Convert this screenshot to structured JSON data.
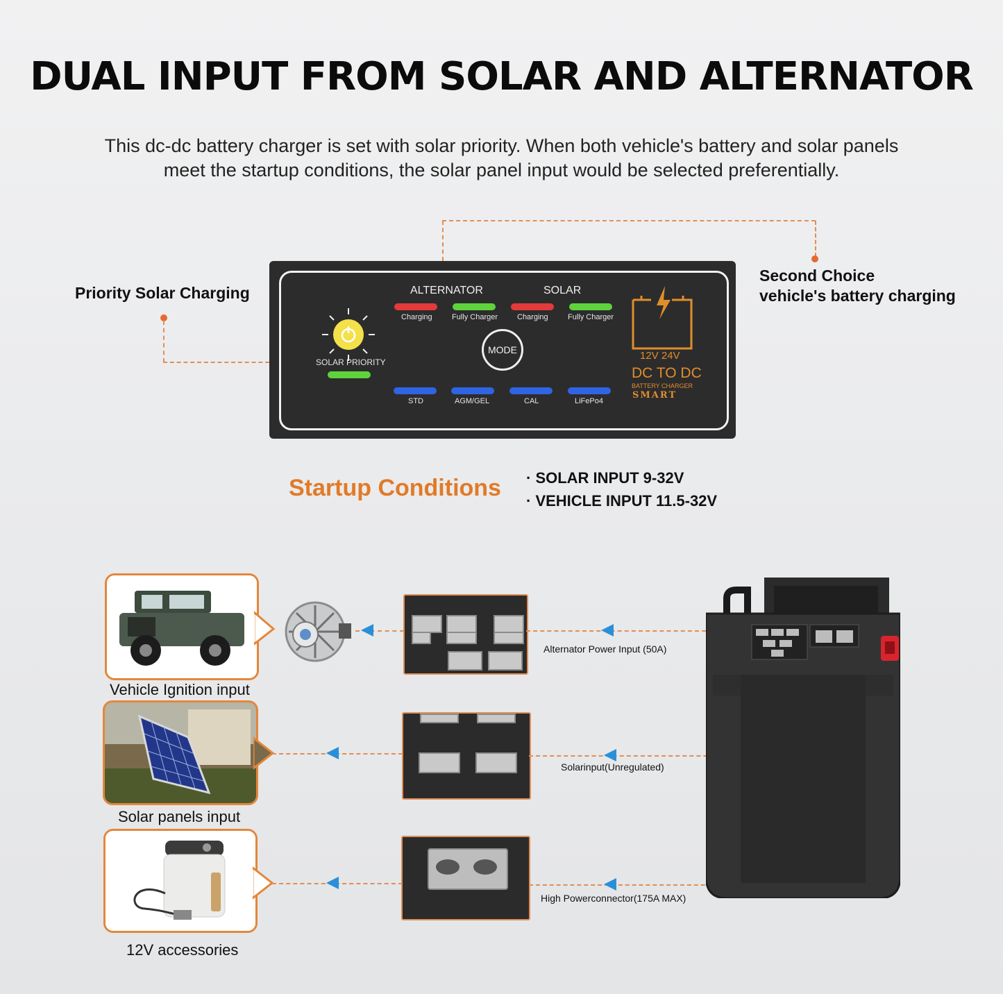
{
  "header": {
    "title": "DUAL INPUT FROM SOLAR AND ALTERNATOR",
    "intro_line1": "This dc-dc battery charger is set with solar priority. When both vehicle's battery and solar panels",
    "intro_line2": "meet the startup conditions, the solar panel input would be selected preferentially."
  },
  "callouts": {
    "priority": "Priority Solar Charging",
    "second_line1": "Second Choice",
    "second_line2": "vehicle's battery charging"
  },
  "panel": {
    "alternator": "ALTERNATOR",
    "solar": "SOLAR",
    "charging": "Charging",
    "fully_charger": "Fully Charger",
    "mode": "MODE",
    "solar_priority": "SOLAR PRIORITY",
    "std": "STD",
    "agm_gel": "AGM/GEL",
    "cal": "CAL",
    "lifepo4": "LiFePo4",
    "voltage": "12V 24V",
    "dc_to_dc": "DC TO DC",
    "battery_charger": "BATTERY CHARGER",
    "smart": "SMART"
  },
  "startup": {
    "heading": "Startup Conditions",
    "solar_input": "· SOLAR INPUT 9-32V",
    "vehicle_input": "· VEHICLE INPUT 11.5-32V"
  },
  "inputs": {
    "vehicle_caption": "Vehicle Ignition input",
    "solar_caption": "Solar panels input",
    "accessories_caption": "12V accessories",
    "alternator_label": "Alternator Power Input (50A)",
    "solar_label": "Solarinput(Unregulated)",
    "high_power_label": "High Powerconnector(175A MAX)"
  },
  "colors": {
    "accent_orange": "#e27a26",
    "arrow_blue": "#2a8fd9",
    "led_red": "#e33b3b",
    "led_green": "#5ed33c",
    "led_blue": "#2f64e3",
    "panel_gold": "#e08e2b"
  }
}
